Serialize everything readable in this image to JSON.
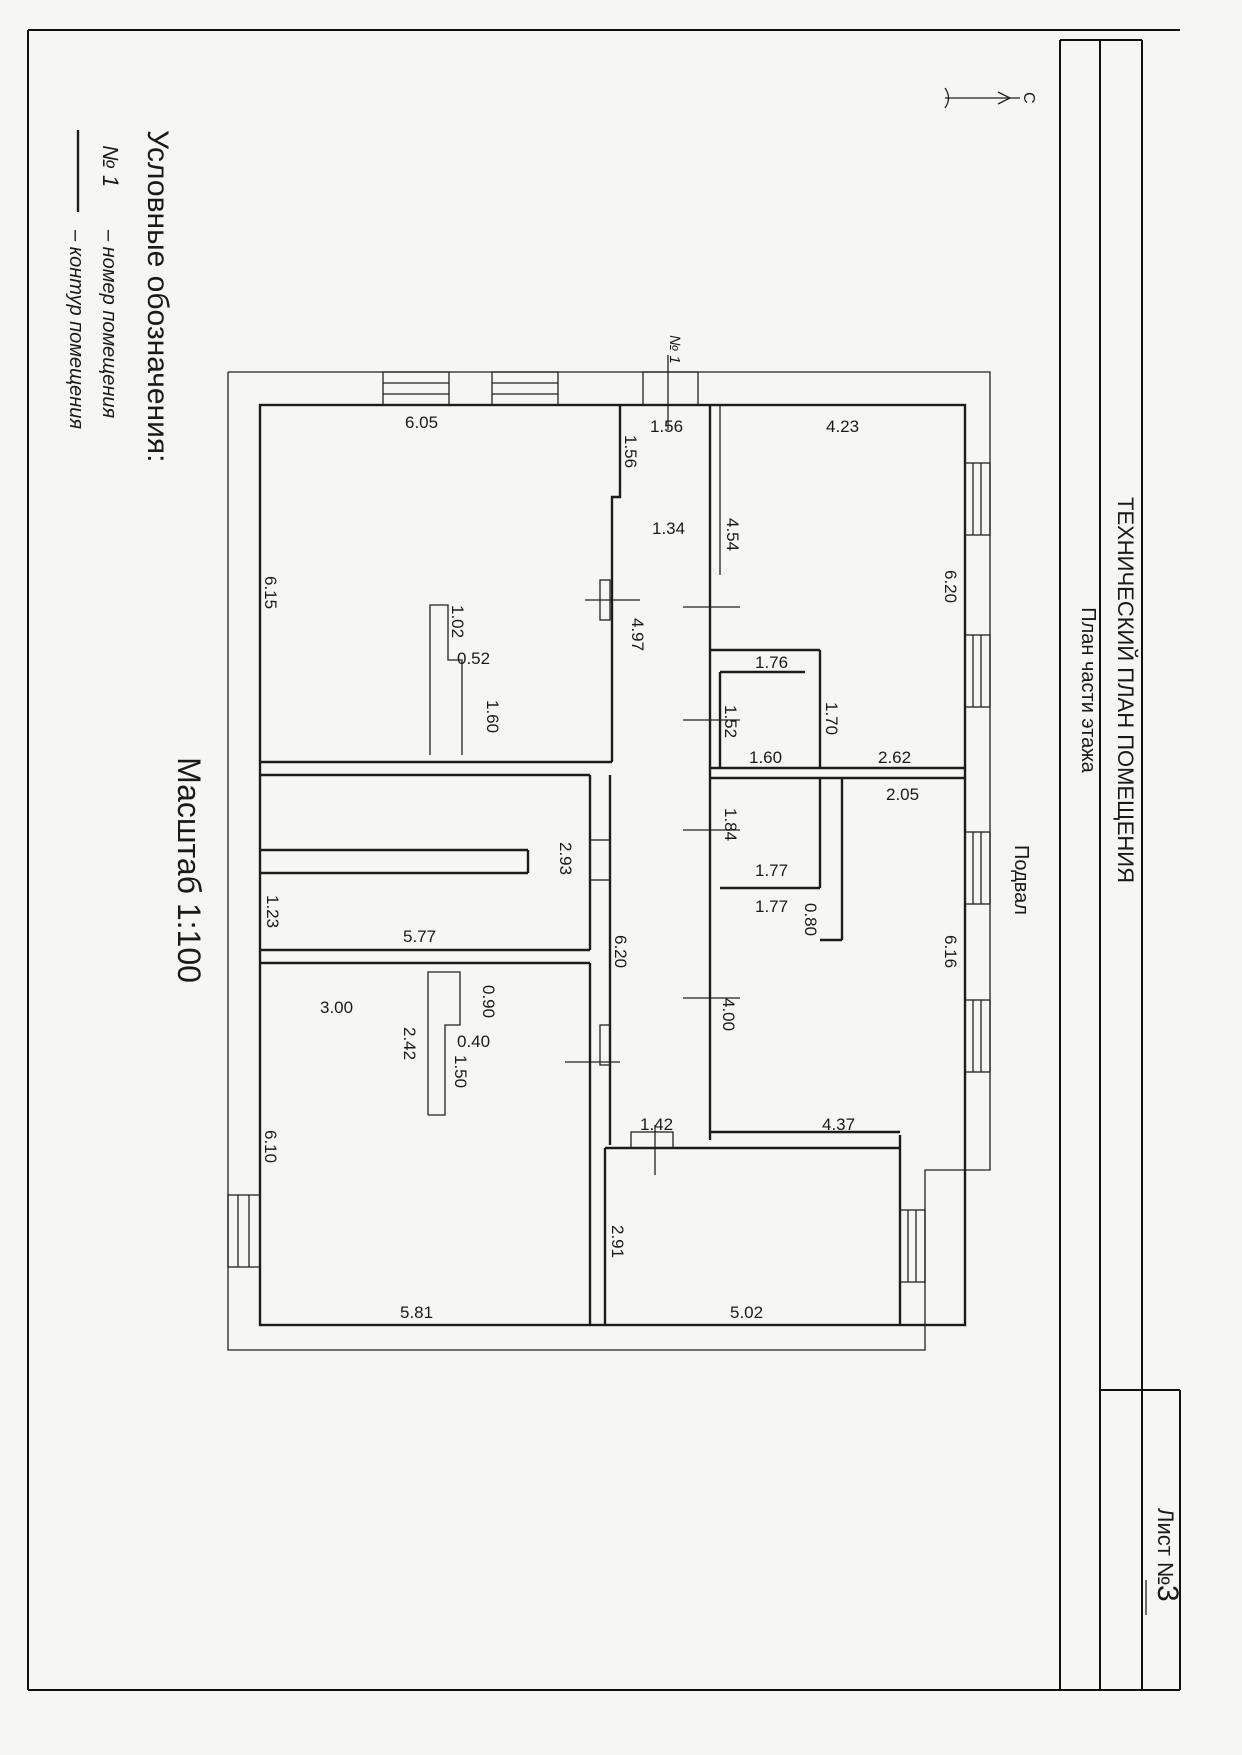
{
  "title_block": {
    "title": "ТЕХНИЧЕСКИЙ ПЛАН ПОМЕЩЕНИЯ",
    "subtitle": "План части этажа",
    "floor": "Подвал",
    "sheet_label": "Лист №",
    "sheet_number": "3"
  },
  "compass": {
    "letter": "С"
  },
  "scale": {
    "text": "Масштаб 1:100"
  },
  "legend": {
    "heading": "Условные обозначения:",
    "room_number_symbol": "№ 1",
    "room_number_text": "– номер помещения",
    "contour_text": "– контур помещения"
  },
  "room_marker": "№ 1",
  "dimensions": {
    "d605": "6.05",
    "d615": "6.15",
    "d102": "1.02",
    "d052": "0.52",
    "d160a": "1.60",
    "d156a": "1.56",
    "d156b": "1.56",
    "d134": "1.34",
    "d497": "4.97",
    "d454": "4.54",
    "d423": "4.23",
    "d620a": "6.20",
    "d176": "1.76",
    "d152": "1.52",
    "d170": "1.70",
    "d160b": "1.60",
    "d262": "2.62",
    "d205": "2.05",
    "d184": "1.84",
    "d177a": "1.77",
    "d177b": "1.77",
    "d080": "0.80",
    "d616": "6.16",
    "d293": "2.93",
    "d123": "1.23",
    "d577": "5.77",
    "d620b": "6.20",
    "d400": "4.00",
    "d300": "3.00",
    "d090": "0.90",
    "d040": "0.40",
    "d242": "2.42",
    "d150": "1.50",
    "d610": "6.10",
    "d142": "1.42",
    "d437": "4.37",
    "d291": "2.91",
    "d581": "5.81",
    "d502": "5.02"
  }
}
